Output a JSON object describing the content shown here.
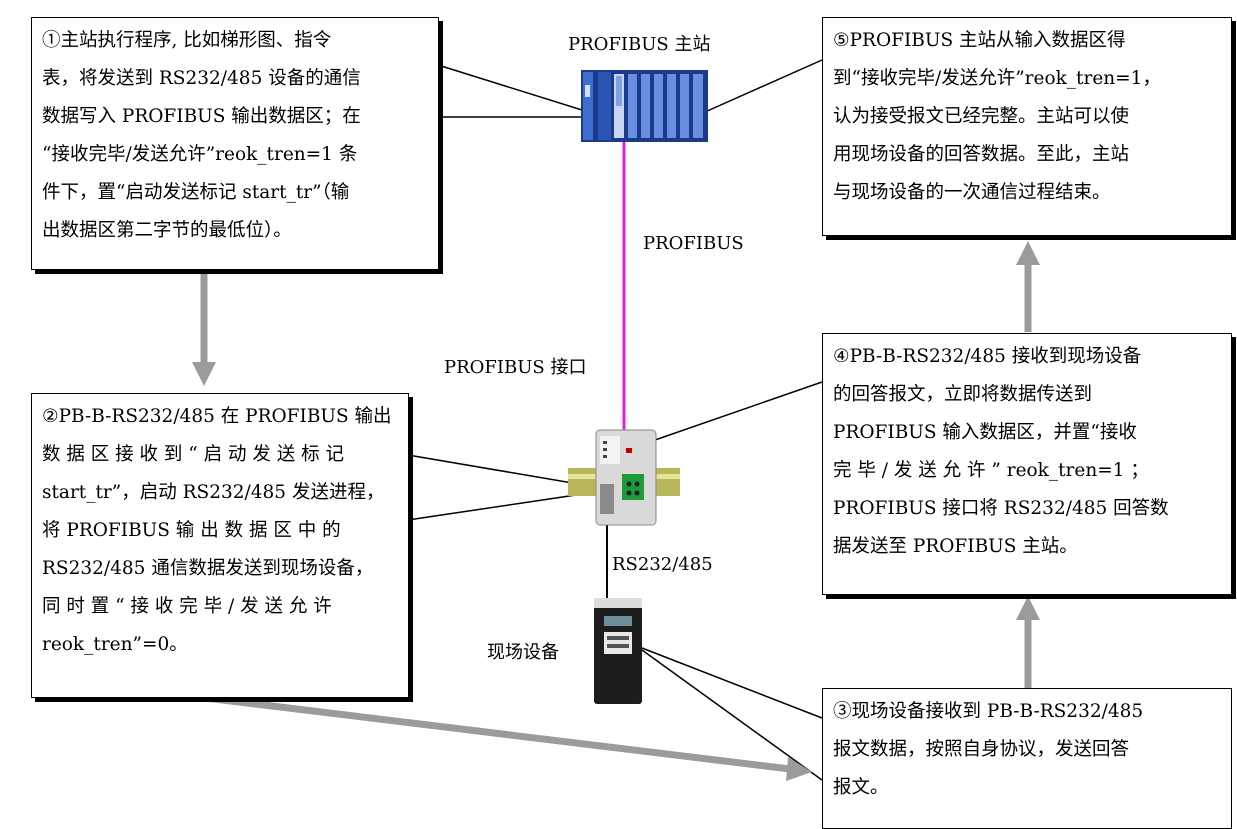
{
  "labels": {
    "master": "PROFIBUS 主站",
    "bus": "PROFIBUS",
    "interface": "PROFIBUS 接口",
    "serial": "RS232/485",
    "field_device": "现场设备"
  },
  "steps": [
    "①主站执行程序, 比如梯形图、指令\n表，将发送到 RS232/485 设备的通信\n数据写入 PROFIBUS 输出数据区；在\n“接收完毕/发送允许”reok_tren=1 条\n件下，置“启动发送标记 start_tr”（输\n出数据区第二字节的最低位）。",
    "②PB-B-RS232/485 在 PROFIBUS 输出\n数 据 区 接 收 到 “ 启 动 发 送 标 记\nstart_tr”，启动 RS232/485 发送进程，\n将 PROFIBUS 输 出 数 据 区 中 的\nRS232/485 通信数据发送到现场设备，\n同 时 置 “ 接 收 完 毕 / 发 送 允 许\nreok_tren”=0。",
    "③现场设备接收到 PB-B-RS232/485\n报文数据，按照自身协议，发送回答\n报文。",
    "④PB-B-RS232/485 接收到现场设备\n的回答报文，立即将数据传送到\nPROFIBUS 输入数据区，并置“接收\n完 毕 / 发 送 允 许 ” reok_tren=1 ；\nPROFIBUS 接口将 RS232/485 回答数\n据发送至 PROFIBUS 主站。",
    "⑤PROFIBUS 主站从输入数据区得\n到“接收完毕/发送允许”reok_tren=1，\n认为接受报文已经完整。主站可以使\n用现场设备的回答数据。至此，主站\n与现场设备的一次通信过程结束。"
  ],
  "colors": {
    "arrow": "#9b9b9b",
    "bus_line": "#e020e0",
    "plc": "#1c3a8c",
    "gateway": "#d9d9d9",
    "din_rail": "#b8b85a"
  }
}
